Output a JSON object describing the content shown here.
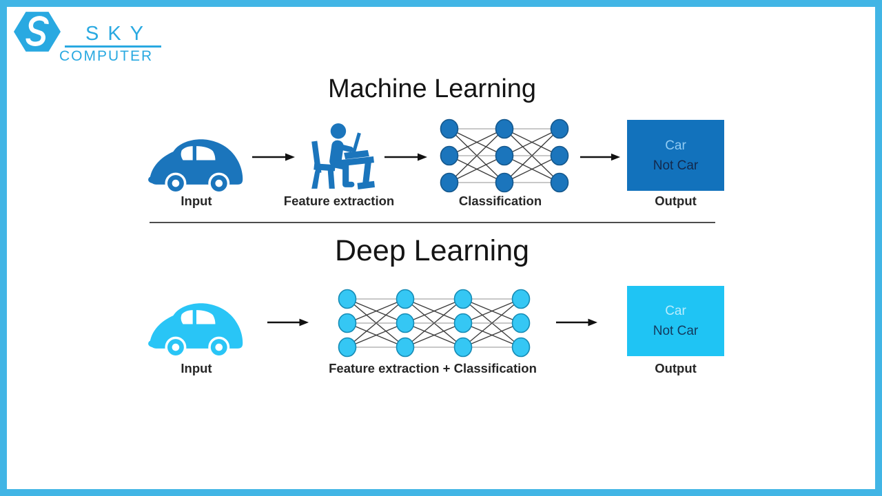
{
  "logo": {
    "word_top": "SKY",
    "word_bottom": "COMPUTER",
    "color": "#29a9e1"
  },
  "ml": {
    "title": "Machine Learning",
    "input_label": "Input",
    "feature_label": "Feature extraction",
    "classification_label": "Classification",
    "output_label": "Output",
    "box": {
      "line1": "Car",
      "line2": "Not Car",
      "bg": "#1272bc",
      "line1_color": "#90cbf3",
      "line2_color": "#13294d"
    },
    "network": {
      "layers": 3,
      "nodes_per_layer": 3,
      "node_fill": "#1b75bc",
      "node_stroke": "#14578c"
    },
    "icon_color": "#1b75bc"
  },
  "dl": {
    "title": "Deep Learning",
    "input_label": "Input",
    "combined_label": "Feature extraction + Classification",
    "output_label": "Output",
    "box": {
      "line1": "Car",
      "line2": "Not Car",
      "bg": "#1fc4f4",
      "line1_color": "#b8ecfc",
      "line2_color": "#133a5e"
    },
    "network": {
      "layers": 4,
      "nodes_per_layer": 3,
      "node_fill": "#35c7f4",
      "node_stroke": "#168bb5"
    },
    "icon_color": "#29c5f6"
  },
  "colors": {
    "frame_border": "#41b5e5",
    "arrow": "#111111",
    "divider": "#4d4d4d",
    "edge_dark": "#3d3d3d",
    "edge_light": "#b5b5b5"
  }
}
